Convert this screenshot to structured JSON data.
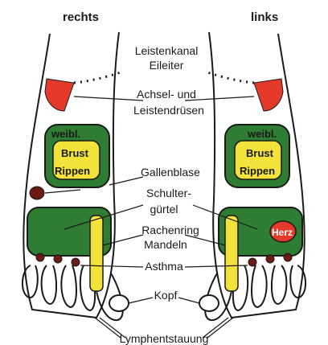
{
  "headers": {
    "right_foot": "rechts",
    "left_foot": "links"
  },
  "labels": {
    "inguinal_canal": "Leistenkanal",
    "fallopian_tube": "Eileiter",
    "lymph_nodes_line1": "Achsel- und",
    "lymph_nodes_line2": "Leistendrüsen",
    "gallbladder": "Gallenblase",
    "shoulder_line1": "Schulter-",
    "shoulder_line2": "gürtel",
    "throat_ring": "Rachenring",
    "tonsils": "Mandeln",
    "asthma": "Asthma",
    "head": "Kopf",
    "lymph_congestion": "Lymphentstauung"
  },
  "zones": {
    "right": {
      "female": "weibl.",
      "breast": "Brust",
      "ribs": "Rippen"
    },
    "left": {
      "female": "weibl.",
      "breast": "Brust",
      "ribs": "Rippen",
      "heart": "Herz"
    }
  },
  "colors": {
    "green_zone": "#2e7d32",
    "yellow_zone": "#f2e23a",
    "red_zone": "#e53a2a",
    "dark_red_spot": "#6b1a14",
    "outline": "#1a1a1a"
  }
}
